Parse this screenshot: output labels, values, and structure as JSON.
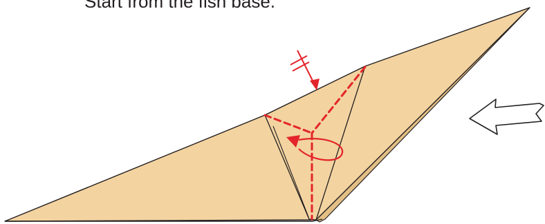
{
  "instruction": {
    "text": "Start from the fish base."
  },
  "diagram": {
    "paper_color": "#f3d3a0",
    "paper_shadow_color": "#e3bf86",
    "line_color": "#231f20",
    "fold_line_color": "#e3242b",
    "arrow_outline_color": "#231f20",
    "arrow_fill_color": "#ffffff",
    "symbols": {
      "valley_fold": "dashed-red-line",
      "pinch_mark": "crossed-red-arrow",
      "rotate_arrow": "curved-red-arrow",
      "push_arrow": "hollow-white-arrow"
    }
  }
}
